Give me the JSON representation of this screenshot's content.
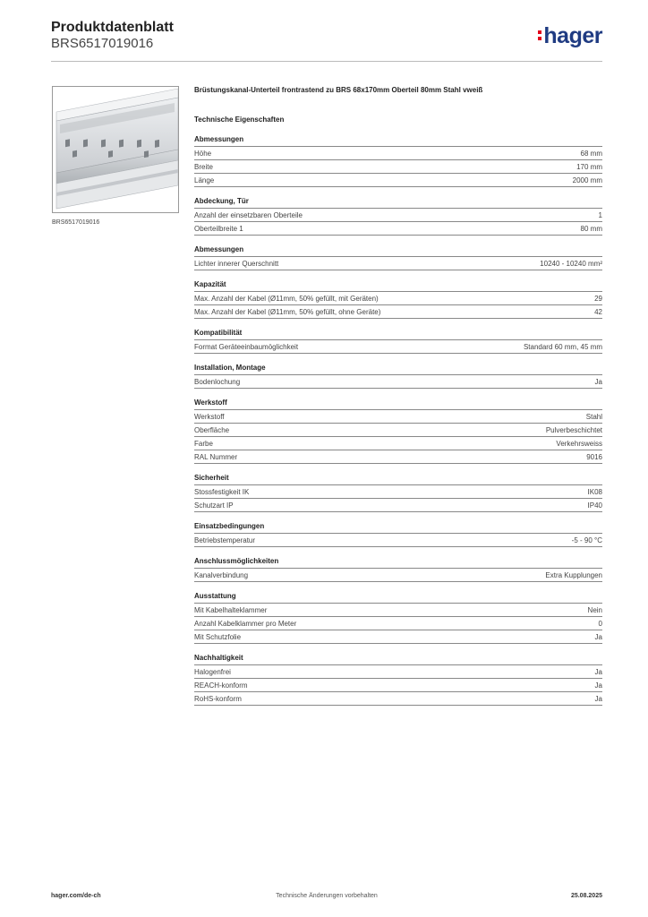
{
  "header": {
    "title": "Produktdatenblatt",
    "product_id": "BRS6517019016",
    "logo_text": "hager"
  },
  "image": {
    "caption": "BRS6517019016"
  },
  "product_title": "Brüstungskanal-Unterteil frontrastend zu BRS 68x170mm Oberteil 80mm Stahl vweiß",
  "tech_heading": "Technische Eigenschaften",
  "sections": [
    {
      "heading": "Abmessungen",
      "rows": [
        {
          "label": "Höhe",
          "value": "68 mm"
        },
        {
          "label": "Breite",
          "value": "170 mm"
        },
        {
          "label": "Länge",
          "value": "2000 mm"
        }
      ]
    },
    {
      "heading": "Abdeckung, Tür",
      "rows": [
        {
          "label": "Anzahl der einsetzbaren Oberteile",
          "value": "1"
        },
        {
          "label": "Oberteilbreite 1",
          "value": "80 mm"
        }
      ]
    },
    {
      "heading": "Abmessungen",
      "rows": [
        {
          "label": "Lichter innerer Querschnitt",
          "value": "10240 - 10240 mm²"
        }
      ]
    },
    {
      "heading": "Kapazität",
      "rows": [
        {
          "label": "Max. Anzahl der Kabel (Ø11mm, 50% gefüllt, mit Geräten)",
          "value": "29"
        },
        {
          "label": "Max. Anzahl der Kabel (Ø11mm, 50% gefüllt, ohne Geräte)",
          "value": "42"
        }
      ]
    },
    {
      "heading": "Kompatibilität",
      "rows": [
        {
          "label": "Format Geräteeinbaumöglichkeit",
          "value": "Standard 60 mm, 45 mm"
        }
      ]
    },
    {
      "heading": "Installation, Montage",
      "rows": [
        {
          "label": "Bodenlochung",
          "value": "Ja"
        }
      ]
    },
    {
      "heading": "Werkstoff",
      "rows": [
        {
          "label": "Werkstoff",
          "value": "Stahl"
        },
        {
          "label": "Oberfläche",
          "value": "Pulverbeschichtet"
        },
        {
          "label": "Farbe",
          "value": "Verkehrsweiss"
        },
        {
          "label": "RAL Nummer",
          "value": "9016"
        }
      ]
    },
    {
      "heading": "Sicherheit",
      "rows": [
        {
          "label": "Stossfestigkeit IK",
          "value": "IK08"
        },
        {
          "label": "Schutzart IP",
          "value": "IP40"
        }
      ]
    },
    {
      "heading": "Einsatzbedingungen",
      "rows": [
        {
          "label": "Betriebstemperatur",
          "value": "-5 - 90 °C"
        }
      ]
    },
    {
      "heading": "Anschlussmöglichkeiten",
      "rows": [
        {
          "label": "Kanalverbindung",
          "value": "Extra Kupplungen"
        }
      ]
    },
    {
      "heading": "Ausstattung",
      "rows": [
        {
          "label": "Mit Kabelhalteklammer",
          "value": "Nein"
        },
        {
          "label": "Anzahl Kabelklammer pro Meter",
          "value": "0"
        },
        {
          "label": "Mit Schutzfolie",
          "value": "Ja"
        }
      ]
    },
    {
      "heading": "Nachhaltigkeit",
      "rows": [
        {
          "label": "Halogenfrei",
          "value": "Ja"
        },
        {
          "label": "REACH-konform",
          "value": "Ja"
        },
        {
          "label": "RoHS-konform",
          "value": "Ja"
        }
      ]
    }
  ],
  "footer": {
    "website": "hager.com/de-ch",
    "notice": "Technische Änderungen vorbehalten",
    "date": "25.08.2025"
  },
  "colors": {
    "logo_blue": "#1f3b82",
    "logo_red": "#e3001b"
  }
}
